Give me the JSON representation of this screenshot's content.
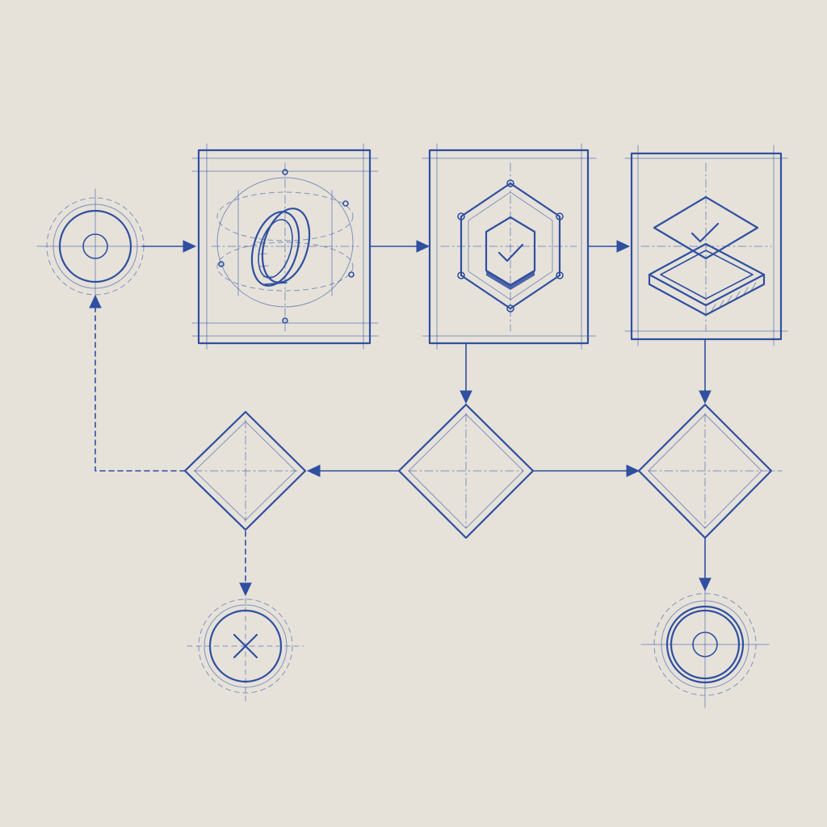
{
  "diagram": {
    "background": "#e6e2da",
    "ink": "#2f4fa0",
    "nodes": [
      {
        "id": "start",
        "kind": "start-event"
      },
      {
        "id": "coin",
        "kind": "task",
        "icon": "coin-icon"
      },
      {
        "id": "verify",
        "kind": "task",
        "icon": "hexagon-check-icon"
      },
      {
        "id": "approve",
        "kind": "task",
        "icon": "layer-check-icon"
      },
      {
        "id": "gate-left",
        "kind": "decision"
      },
      {
        "id": "gate-middle",
        "kind": "decision"
      },
      {
        "id": "gate-right",
        "kind": "decision"
      },
      {
        "id": "fail",
        "kind": "end-event-cancel",
        "icon": "x-icon"
      },
      {
        "id": "success",
        "kind": "end-event"
      }
    ],
    "edges": [
      {
        "from": "start",
        "to": "coin",
        "style": "solid"
      },
      {
        "from": "coin",
        "to": "verify",
        "style": "solid"
      },
      {
        "from": "verify",
        "to": "approve",
        "style": "solid"
      },
      {
        "from": "verify",
        "to": "gate-middle",
        "style": "solid"
      },
      {
        "from": "approve",
        "to": "gate-right",
        "style": "solid"
      },
      {
        "from": "gate-middle",
        "to": "gate-left",
        "style": "solid"
      },
      {
        "from": "gate-middle",
        "to": "gate-right",
        "style": "solid"
      },
      {
        "from": "gate-left",
        "to": "start",
        "style": "dashed"
      },
      {
        "from": "gate-left",
        "to": "fail",
        "style": "dashed"
      },
      {
        "from": "gate-right",
        "to": "success",
        "style": "solid"
      }
    ]
  }
}
